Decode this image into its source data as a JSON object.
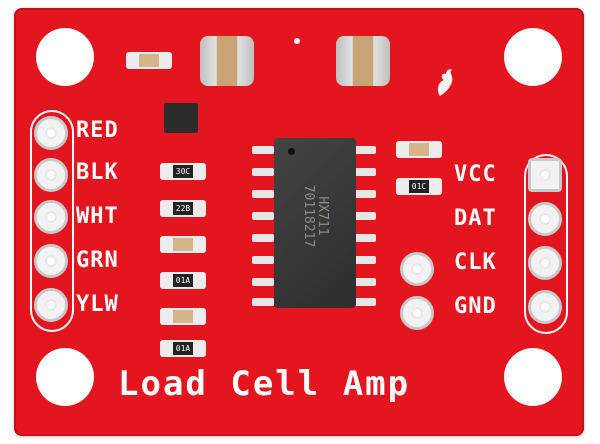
{
  "board": {
    "name": "Load Cell Amp",
    "brand_logo": "sparkfun-flame-icon",
    "colors": {
      "pcb": "#e3161f",
      "silkscreen": "#ffffff",
      "chip": "#3a3a3a"
    }
  },
  "left_header": {
    "labels": [
      "RED",
      "BLK",
      "WHT",
      "GRN",
      "YLW"
    ]
  },
  "right_header": {
    "labels": [
      "VCC",
      "DAT",
      "CLK",
      "GND"
    ]
  },
  "chip": {
    "part": "HX711",
    "code": "70118217"
  },
  "resistors": {
    "markings": [
      "30C",
      "22B",
      "",
      "01A",
      "",
      "01A"
    ],
    "right_markings": [
      "",
      "01C"
    ]
  },
  "title_text": "Load Cell Amp"
}
